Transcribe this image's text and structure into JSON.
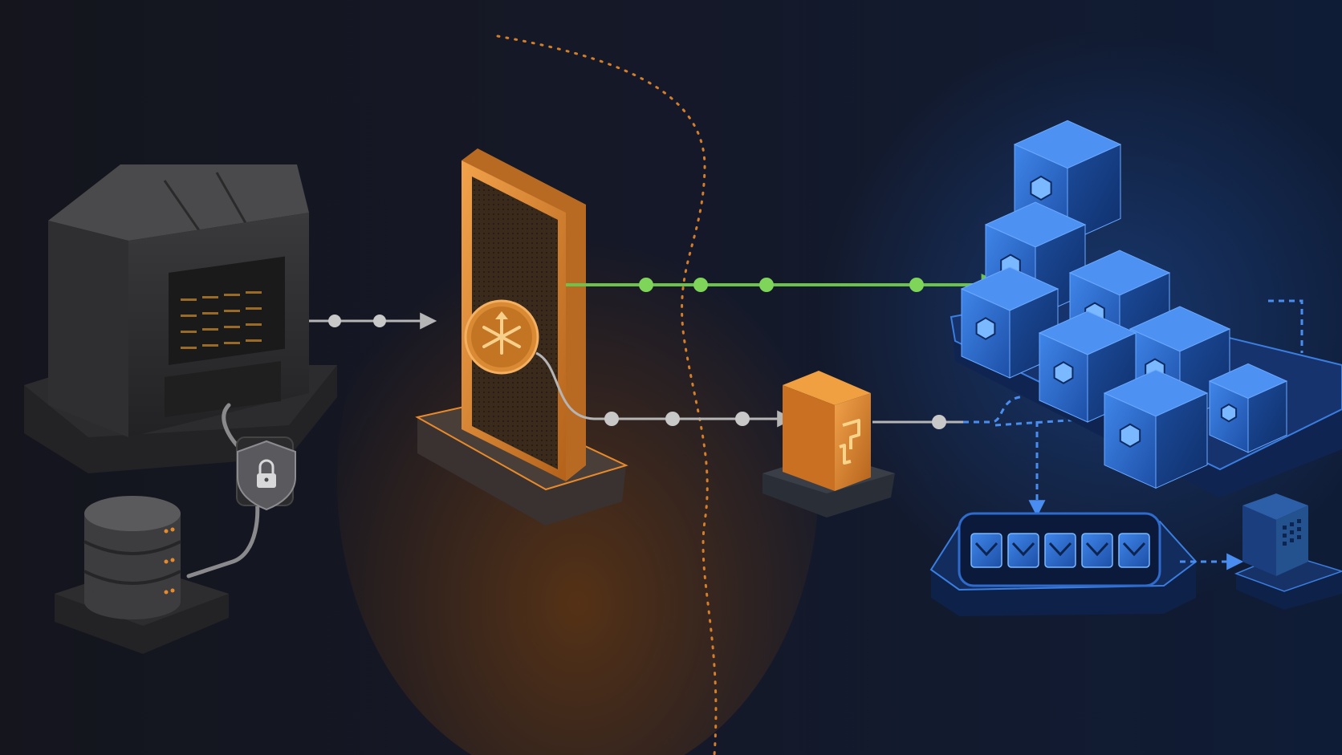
{
  "diagram": {
    "nodes": [
      {
        "id": "legacy-server",
        "label": "",
        "icon": "server-cabinet-icon"
      },
      {
        "id": "database",
        "label": "",
        "icon": "database-cylinder-icon"
      },
      {
        "id": "security-shield",
        "label": "",
        "icon": "lock-shield-icon"
      },
      {
        "id": "router-gateway",
        "label": "",
        "icon": "routing-arrows-icon"
      },
      {
        "id": "function-box",
        "label": "",
        "icon": "function-icon"
      },
      {
        "id": "cloud-cluster",
        "label": "",
        "icon": "container-cubes-icon"
      },
      {
        "id": "message-queue",
        "label": "",
        "icon": "queue-envelopes-icon"
      },
      {
        "id": "consumer-node",
        "label": "",
        "icon": "small-cube-icon"
      }
    ],
    "edges": [
      {
        "from": "legacy-server",
        "to": "router-gateway",
        "style": "grey-dotted"
      },
      {
        "from": "router-gateway",
        "to": "cloud-cluster",
        "style": "green-solid"
      },
      {
        "from": "router-gateway",
        "to": "function-box",
        "style": "grey-dotted"
      },
      {
        "from": "function-box",
        "to": "cloud-cluster",
        "style": "blue-dashed"
      },
      {
        "from": "cloud-cluster",
        "to": "message-queue",
        "style": "blue-dashed"
      },
      {
        "from": "message-queue",
        "to": "consumer-node",
        "style": "blue-dashed"
      },
      {
        "from": "legacy-server",
        "to": "database",
        "style": "cable"
      }
    ],
    "colors": {
      "background_left": "#141622",
      "background_right": "#0f1c38",
      "orange_accent": "#e88a2c",
      "green_flow": "#6cc24a",
      "blue_accent": "#3b7ee0",
      "grey_flow": "#b5b5b5",
      "dark_hardware": "#2e2e30"
    }
  }
}
